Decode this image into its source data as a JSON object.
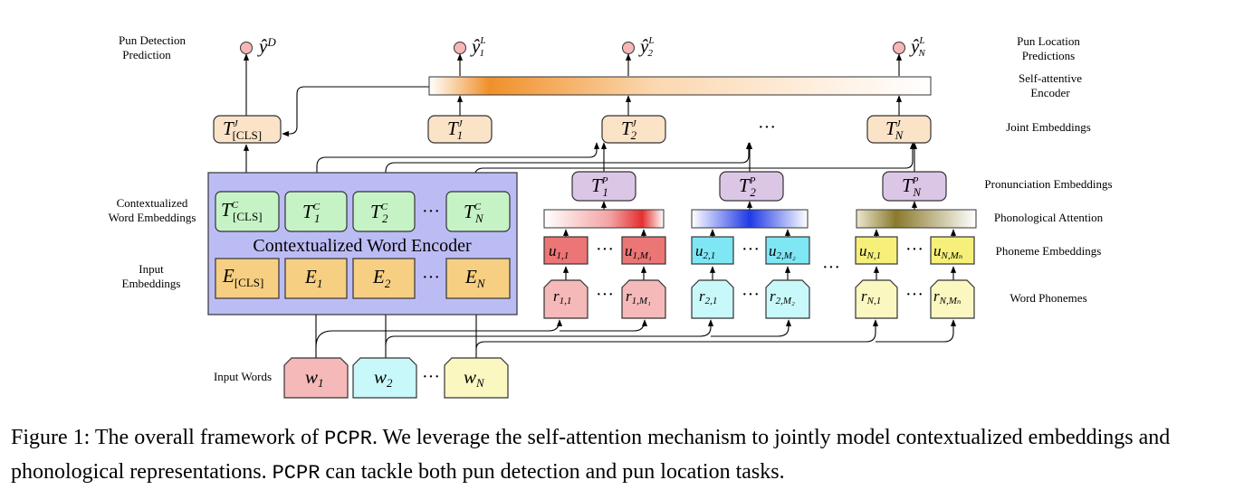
{
  "labels": {
    "pun_detection": [
      "Pun Detection",
      "Prediction"
    ],
    "pun_location": [
      "Pun Location",
      "Predictions"
    ],
    "self_attentive": [
      "Self-attentive",
      "Encoder"
    ],
    "joint": "Joint Embeddings",
    "pronunciation": "Pronunciation Embeddings",
    "contextualized": [
      "Contextualized",
      "Word Embeddings"
    ],
    "phonological_attention": "Phonological Attention",
    "phoneme_embeddings": "Phoneme Embeddings",
    "input_embeddings": [
      "Input",
      "Embeddings"
    ],
    "word_phonemes": "Word Phonemes",
    "input_words": "Input Words",
    "encoder_title": "Contextualized Word Encoder"
  },
  "outputs": {
    "detection": {
      "base": "ŷ",
      "sup": "D"
    },
    "locations": [
      {
        "base": "ŷ",
        "sup": "L",
        "sub": "1"
      },
      {
        "base": "ŷ",
        "sup": "L",
        "sub": "2"
      },
      {
        "base": "ŷ",
        "sup": "L",
        "sub": "N"
      }
    ]
  },
  "joint_tokens": [
    {
      "base": "T",
      "sup": "J",
      "sub": "[CLS]"
    },
    {
      "base": "T",
      "sup": "J",
      "sub": "1"
    },
    {
      "base": "T",
      "sup": "J",
      "sub": "2"
    },
    {
      "base": "T",
      "sup": "J",
      "sub": "N"
    }
  ],
  "pron_tokens": [
    {
      "base": "T",
      "sup": "P",
      "sub": "1"
    },
    {
      "base": "T",
      "sup": "P",
      "sub": "2"
    },
    {
      "base": "T",
      "sup": "P",
      "sub": "N"
    }
  ],
  "ctx_tokens": [
    {
      "base": "T",
      "sup": "C",
      "sub": "[CLS]"
    },
    {
      "base": "T",
      "sup": "C",
      "sub": "1"
    },
    {
      "base": "T",
      "sup": "C",
      "sub": "2"
    },
    {
      "base": "T",
      "sup": "C",
      "sub": "N"
    }
  ],
  "emb_tokens": [
    {
      "base": "E",
      "sub": "[CLS]"
    },
    {
      "base": "E",
      "sub": "1"
    },
    {
      "base": "E",
      "sub": "2"
    },
    {
      "base": "E",
      "sub": "N"
    }
  ],
  "phoneme_emb": [
    {
      "base": "u",
      "sub": "1,1"
    },
    {
      "base": "u",
      "sub": "1,M₁"
    },
    {
      "base": "u",
      "sub": "2,1"
    },
    {
      "base": "u",
      "sub": "2,M₂"
    },
    {
      "base": "u",
      "sub": "N,1"
    },
    {
      "base": "u",
      "sub": "N,Mₙ"
    }
  ],
  "phonemes": [
    {
      "base": "r",
      "sub": "1,1"
    },
    {
      "base": "r",
      "sub": "1,M₁"
    },
    {
      "base": "r",
      "sub": "2,1"
    },
    {
      "base": "r",
      "sub": "2,M₂"
    },
    {
      "base": "r",
      "sub": "N,1"
    },
    {
      "base": "r",
      "sub": "N,Mₙ"
    }
  ],
  "words": [
    {
      "base": "w",
      "sub": "1"
    },
    {
      "base": "w",
      "sub": "2"
    },
    {
      "base": "w",
      "sub": "N"
    }
  ],
  "ellipsis": "···",
  "colors": {
    "joint": "#fbe3c8",
    "pron": "#dcc6e6",
    "ctx": "#c6f3c6",
    "emb": "#f7cf82",
    "encoder_bg": "#bcbcf5",
    "group1": "#f5b9b9",
    "group1_emb": "#ec7575",
    "group2": "#c8f8fa",
    "group2_emb": "#7fe6f3",
    "groupN": "#fbf7c0",
    "groupN_emb": "#f6f07a",
    "output": "#f6b7b7",
    "self_attn": "#f0902a",
    "att1": "#e53030",
    "att2": "#1f3ae6",
    "attN": "#8a7a2c"
  },
  "caption": {
    "lead": "Figure 1: The overall framework of ",
    "model": "PCPR",
    "mid": ". We leverage the self-attention mechanism to jointly model contextualized embeddings and phonological representations. ",
    "model2": "PCPR",
    "tail": " can tackle both pun detection and pun location tasks."
  }
}
